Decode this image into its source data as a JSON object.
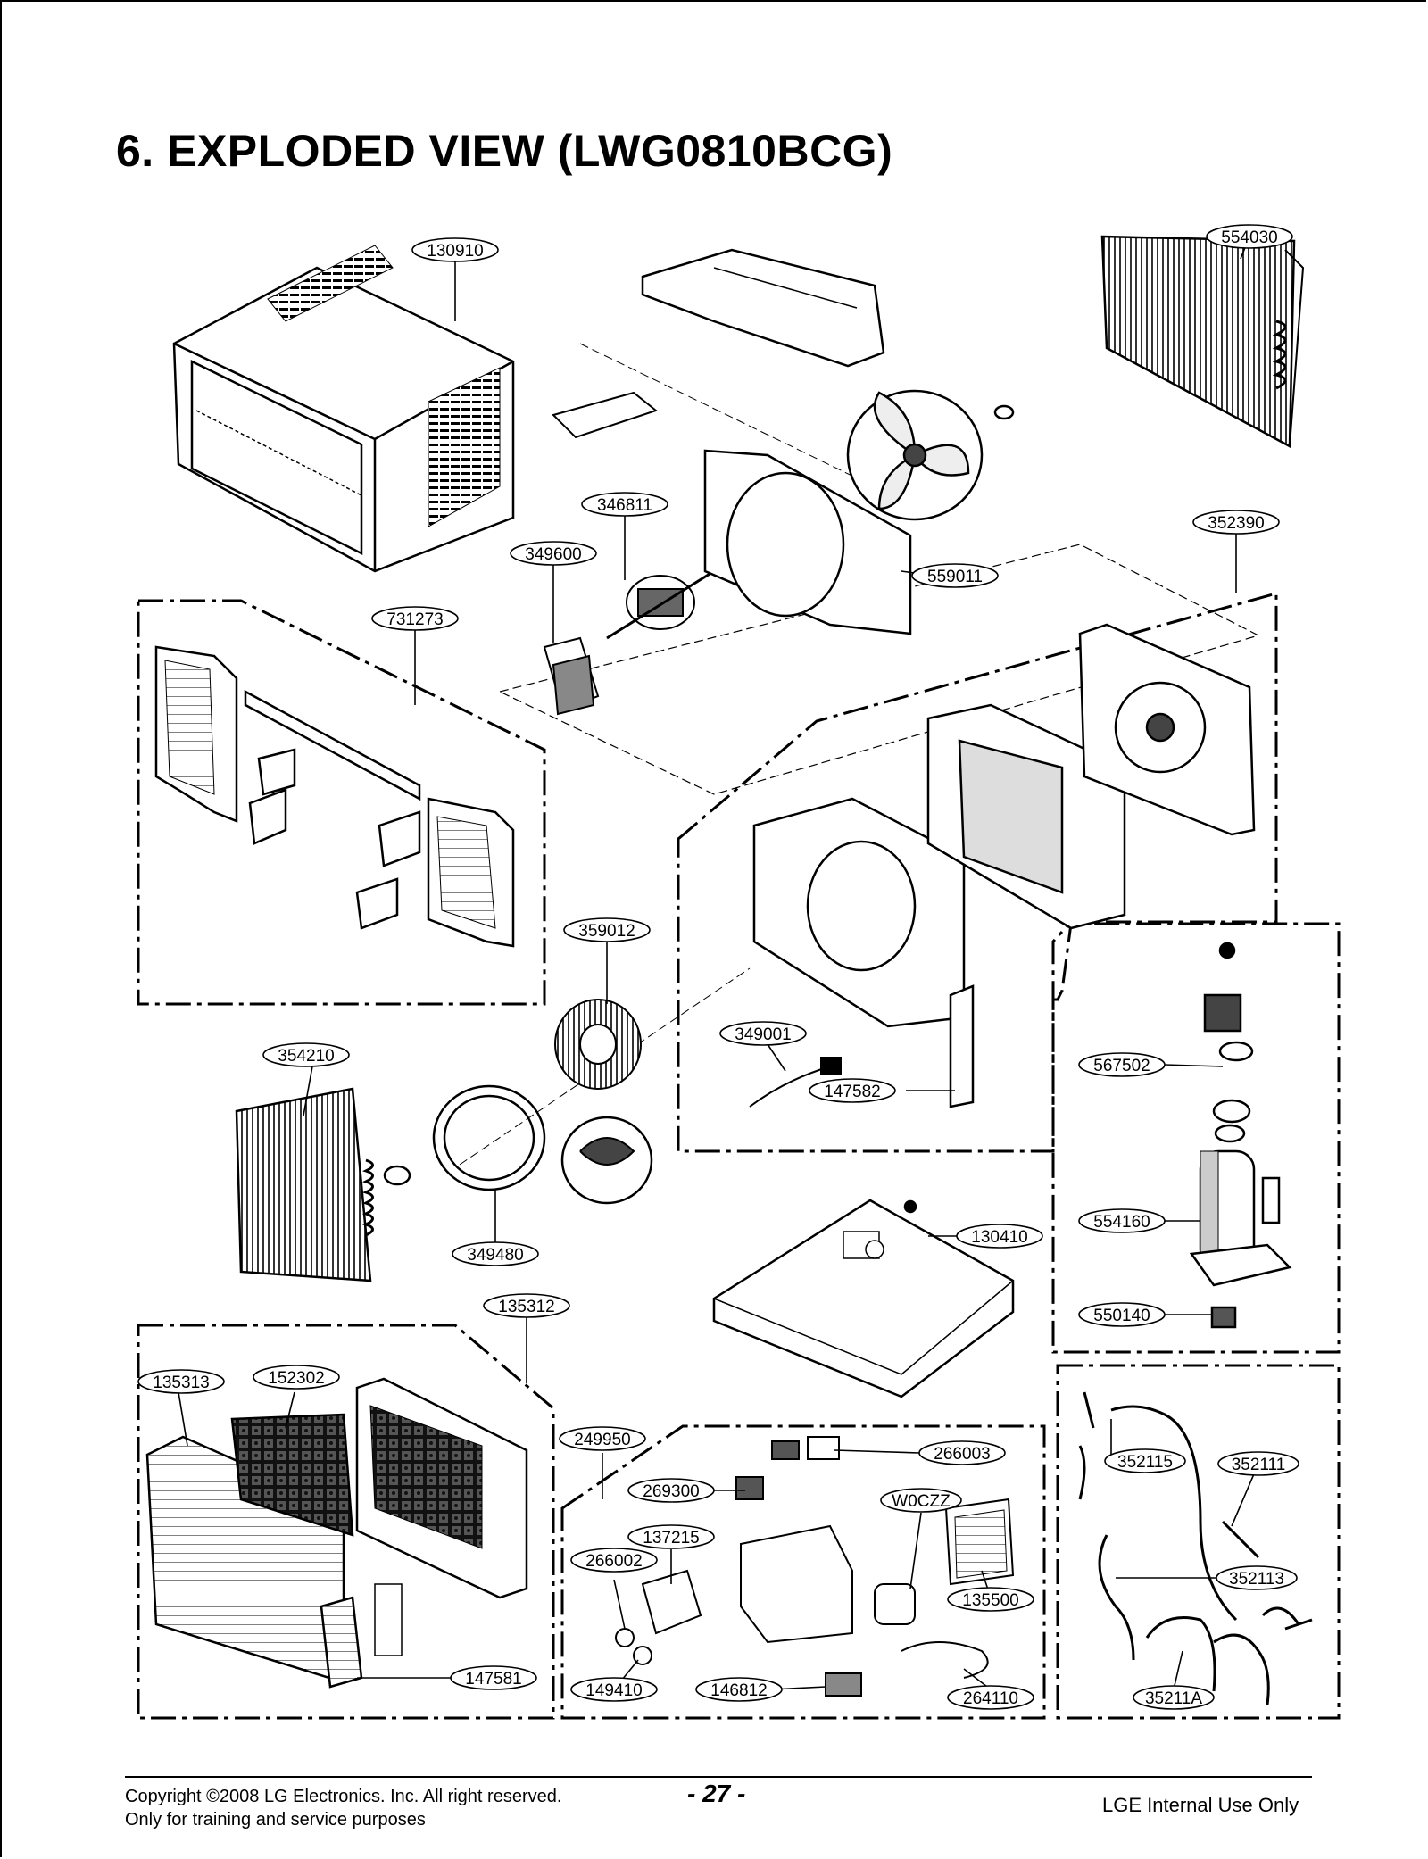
{
  "page": {
    "title": "6. EXPLODED VIEW (LWG0810BCG)",
    "footer": {
      "copyright": "Copyright ©2008 LG Electronics. Inc. All right reserved.",
      "purpose": "Only for training and service purposes",
      "page_number": "- 27 -",
      "internal": "LGE Internal Use Only"
    }
  },
  "parts": [
    {
      "id": "130910"
    },
    {
      "id": "554030"
    },
    {
      "id": "346811"
    },
    {
      "id": "349600"
    },
    {
      "id": "559011"
    },
    {
      "id": "352390"
    },
    {
      "id": "731273"
    },
    {
      "id": "359012"
    },
    {
      "id": "349001"
    },
    {
      "id": "354210"
    },
    {
      "id": "147582"
    },
    {
      "id": "567502"
    },
    {
      "id": "554160"
    },
    {
      "id": "550140"
    },
    {
      "id": "130410"
    },
    {
      "id": "349480"
    },
    {
      "id": "135312"
    },
    {
      "id": "135313"
    },
    {
      "id": "152302"
    },
    {
      "id": "249950"
    },
    {
      "id": "266003"
    },
    {
      "id": "269300"
    },
    {
      "id": "W0CZZ"
    },
    {
      "id": "137215"
    },
    {
      "id": "266002"
    },
    {
      "id": "135500"
    },
    {
      "id": "147581"
    },
    {
      "id": "149410"
    },
    {
      "id": "146812"
    },
    {
      "id": "264110"
    },
    {
      "id": "352115"
    },
    {
      "id": "352111"
    },
    {
      "id": "352113"
    },
    {
      "id": "35211A"
    }
  ]
}
